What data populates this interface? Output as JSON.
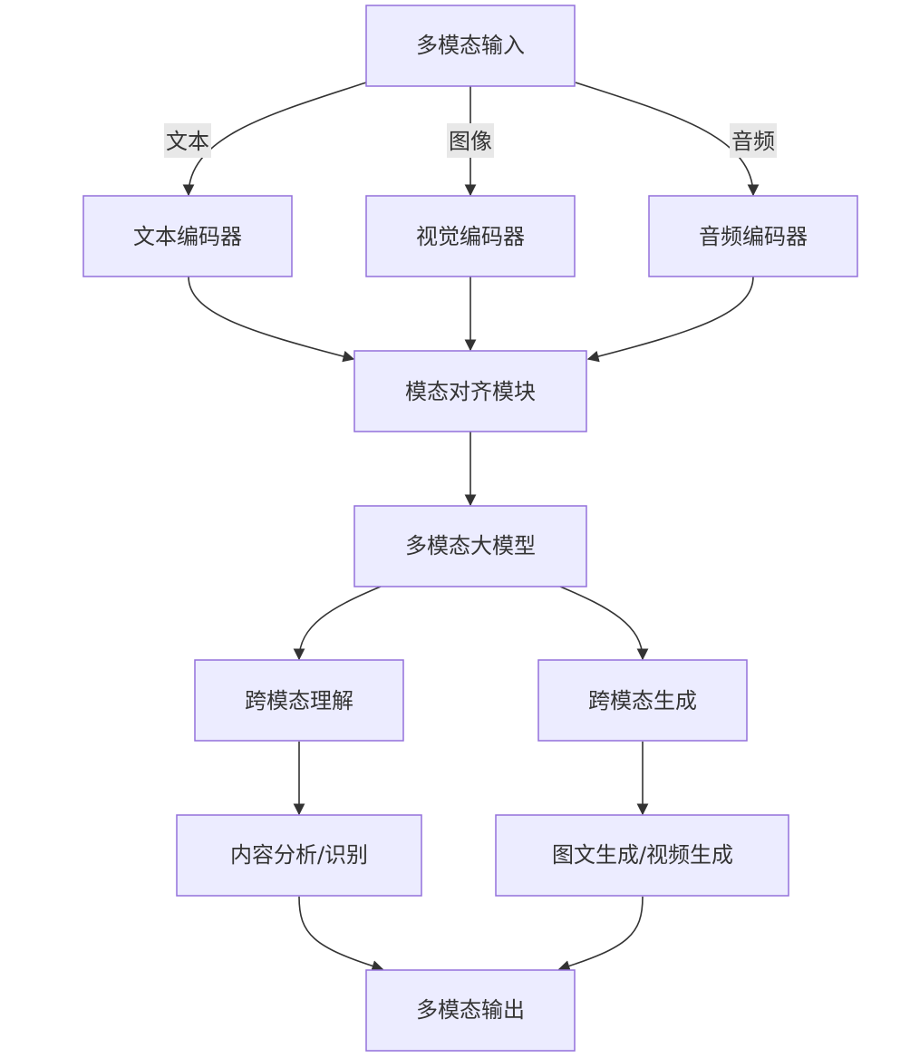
{
  "diagram": {
    "nodes": {
      "input": "多模态输入",
      "text_encoder": "文本编码器",
      "vision_encoder": "视觉编码器",
      "audio_encoder": "音频编码器",
      "alignment": "模态对齐模块",
      "large_model": "多模态大模型",
      "understanding": "跨模态理解",
      "generation": "跨模态生成",
      "analysis": "内容分析/识别",
      "content_gen": "图文生成/视频生成",
      "output": "多模态输出"
    },
    "edge_labels": {
      "text": "文本",
      "image": "图像",
      "audio": "音频"
    },
    "colors": {
      "node_fill": "#ececff",
      "node_border": "#9370db",
      "edge": "#333333",
      "label_bg": "#e8e8e8"
    }
  }
}
